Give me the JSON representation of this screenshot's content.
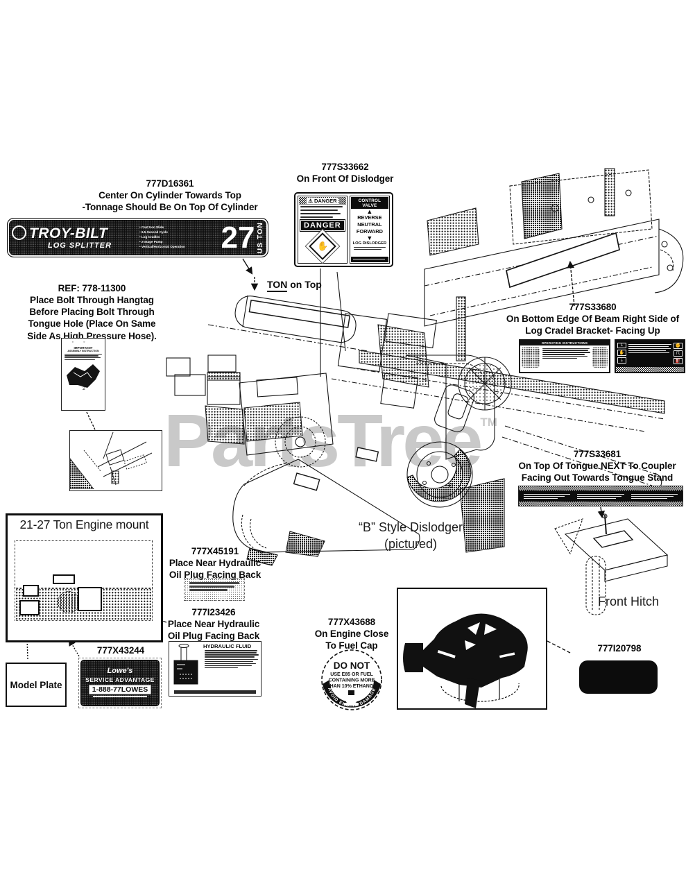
{
  "colors": {
    "ink": "#111111",
    "watermark": "#c9c9c9"
  },
  "watermark": {
    "text": "PartsTree",
    "tm": "TM"
  },
  "cylinder_label": {
    "part": "777D16361",
    "place_line1": "Center On Cylinder Towards Top",
    "place_line2": "-Tonnage Should Be On Top Of Cylinder",
    "brand": "TROY-BILT",
    "product": "LOG SPLITTER",
    "features": [
      "• Cast Iron Slide",
      "• 6.5-Second Cycle",
      "• Log Cradles",
      "• 2-Stage Pump",
      "• Vertical/Horizontal Operation"
    ],
    "tonnage": "27",
    "unit": "US TON"
  },
  "ton_note": {
    "emph": "TON",
    "rest": " on Top"
  },
  "dislodger_label": {
    "part": "777S33662",
    "place": "On Front Of Dislodger",
    "warn_icon": "⚠",
    "danger_head": "DANGER",
    "danger_big": "DANGER",
    "control_head": "CONTROL VALVE",
    "up_icon": "▲",
    "reverse": "REVERSE",
    "neutral": "NEUTRAL",
    "forward": "FORWARD",
    "down_icon": "▼",
    "log_dislodger": "LOG DISLODGER",
    "hand_icon": "✋"
  },
  "beam_label": {
    "part": "777S33680",
    "place_line1": "On Bottom Edge Of Beam Right Side of",
    "place_line2": "Log Cradel Bracket- Facing Up",
    "operating_head": "OPERATING INSTRUCTIONS"
  },
  "hangtag_note": {
    "ref": "REF: 778-11300",
    "line1": "Place Bolt Through Hangtag",
    "line2": "Before Placing Bolt Through",
    "line3": "Tongue Hole (Place On Same",
    "line4": "Side As High Pressure Hose).",
    "tag_holes": "◦◦",
    "tag_title": "IMPORTANT",
    "tag_sub": "ASSEMBLY INSTRUCTION"
  },
  "tongue_label": {
    "part": "777S33681",
    "place_line1": "On Top Of Tongue NEXT To Coupler",
    "place_line2": "Facing Out Towards Tongue Stand"
  },
  "front_hitch": {
    "caption": "Front Hitch"
  },
  "machine_caption": {
    "line1": "“B” Style Dislodger",
    "line2": "(pictured)"
  },
  "engine_mount": {
    "title": "21-27 Ton Engine mount"
  },
  "model_plate": {
    "label": "Model Plate"
  },
  "service_label": {
    "part": "777X43244",
    "brand": "Lowe's",
    "program": "SERVICE ADVANTAGE",
    "phone": "1-888-77LOWES"
  },
  "oil_label_small": {
    "part": "777X45191",
    "place_line1": "Place Near Hydraulic",
    "place_line2": "Oil Plug Facing Back"
  },
  "oil_label_fluid": {
    "part": "777I23426",
    "place_line1": "Place Near Hydraulic",
    "place_line2": "Oil Plug Facing Back",
    "title": "HYDRAULIC FLUID"
  },
  "fuel_label": {
    "part": "777X43688",
    "place_line1": "On Engine Close",
    "place_line2": "To Fuel Cap",
    "donot": "DO NOT",
    "line1": "USE E85 OR FUEL",
    "line2": "CONTAINING MORE",
    "line3": "THAN 10% ETHANOL",
    "band": "AVOID ENGINE DAMAGE"
  },
  "engine_decal": {
    "part": "777I20798"
  }
}
